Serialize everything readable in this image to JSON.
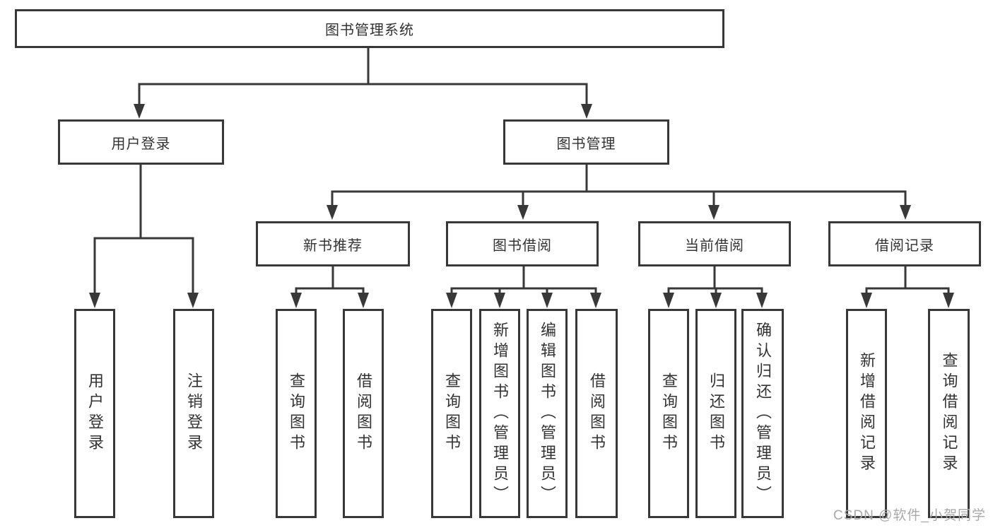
{
  "colors": {
    "line": "#383838",
    "text": "#333333",
    "watermark": "#a9a9a9",
    "background": "#ffffff"
  },
  "watermark": {
    "text": "CSDN @软件_小贺同学"
  },
  "chart_data": {
    "type": "tree-diagram",
    "title": "图书管理系统功能结构图"
  },
  "tree": {
    "root": {
      "label": "图书管理系统",
      "children": [
        {
          "label": "用户登录",
          "children": [
            {
              "label": "用户登录"
            },
            {
              "label": "注销登录"
            }
          ]
        },
        {
          "label": "图书管理",
          "children": [
            {
              "label": "新书推荐",
              "children": [
                {
                  "label": "查询图书"
                },
                {
                  "label": "借阅图书"
                }
              ]
            },
            {
              "label": "图书借阅",
              "children": [
                {
                  "label": "查询图书"
                },
                {
                  "label": "新增图书（管理员）"
                },
                {
                  "label": "编辑图书（管理员）"
                },
                {
                  "label": "借阅图书"
                }
              ]
            },
            {
              "label": "当前借阅",
              "children": [
                {
                  "label": "查询图书"
                },
                {
                  "label": "归还图书"
                },
                {
                  "label": "确认归还（管理员）"
                }
              ]
            },
            {
              "label": "借阅记录",
              "children": [
                {
                  "label": "新增借阅记录"
                },
                {
                  "label": "查询借阅记录"
                }
              ]
            }
          ]
        }
      ]
    }
  }
}
